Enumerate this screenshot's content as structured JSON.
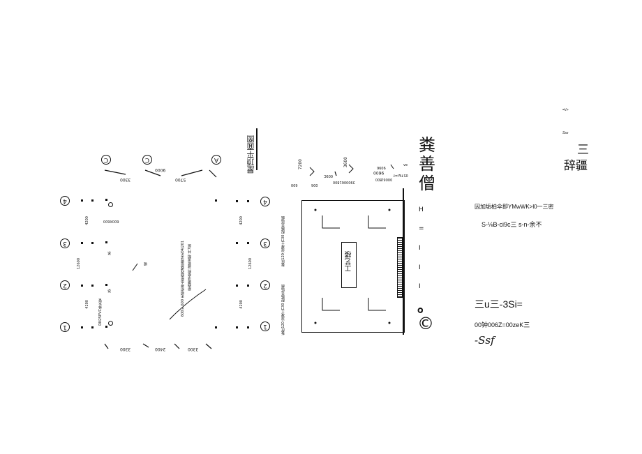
{
  "left_plan": {
    "grid_letters": [
      "C",
      "C",
      "A"
    ],
    "dims_top": [
      "3300",
      "9000",
      "5700"
    ],
    "dims_bottom": [
      "3300",
      "2400",
      "3300"
    ],
    "row_numbers": [
      "4",
      "3",
      "2",
      "1"
    ],
    "left_dims": [
      "4200",
      "12600",
      "4200"
    ],
    "right_dims": [
      "4200",
      "12600",
      "4200"
    ],
    "note_a": "600X600",
    "note_b": "DN25PVC排水管",
    "diag_note_1": "600×600 无组织排水屋面找坡层做法见04J201",
    "diag_note_2": "屋面做法参照 建筑说明 共7层",
    "slash_label": "坡",
    "small_labels": [
      "说",
      "说"
    ],
    "title": "屋顶平面图"
  },
  "mid_plan": {
    "dims_top": [
      "7200",
      "3600",
      "9600"
    ],
    "row2": [
      "600",
      "600",
      "009C",
      "3900",
      "600",
      "1800",
      "3900",
      "1800",
      "057&l=f"
    ],
    "row2_text_a": "600",
    "row2_text_b": "006",
    "row2_text_c": "009C",
    "row2_text_d": "3900061800",
    "row2_text_e": "0006)800",
    "row2_text_f": "057&l=f",
    "small_top": "9096",
    "small_right": "ve",
    "center_label": "工艺楼",
    "side_note_1": "板厚120 混凝土C30 配筋见结施",
    "side_note_2": "板厚120 混凝土C30 配筋见结施",
    "stamp_chars": [
      "粪",
      "善",
      "僧"
    ],
    "stamp_vert": [
      "H",
      "=",
      "I",
      "I",
      "I"
    ],
    "stamp_circle": "。",
    "stamp_copy": "©"
  },
  "right_block": {
    "tiny_1": "=\\/>",
    "tiny_2": "Ssx",
    "han_1": "三",
    "han_2": "辞疆",
    "line_1": "因加垢柏伞即YMwWK>l0一三密",
    "line_2": "S-⅛B-ci9c三 s-n-余不",
    "line_3": "三u三-3Si=",
    "line_4": "00钟006Z=00zeK三",
    "line_5": "-Ssf"
  }
}
